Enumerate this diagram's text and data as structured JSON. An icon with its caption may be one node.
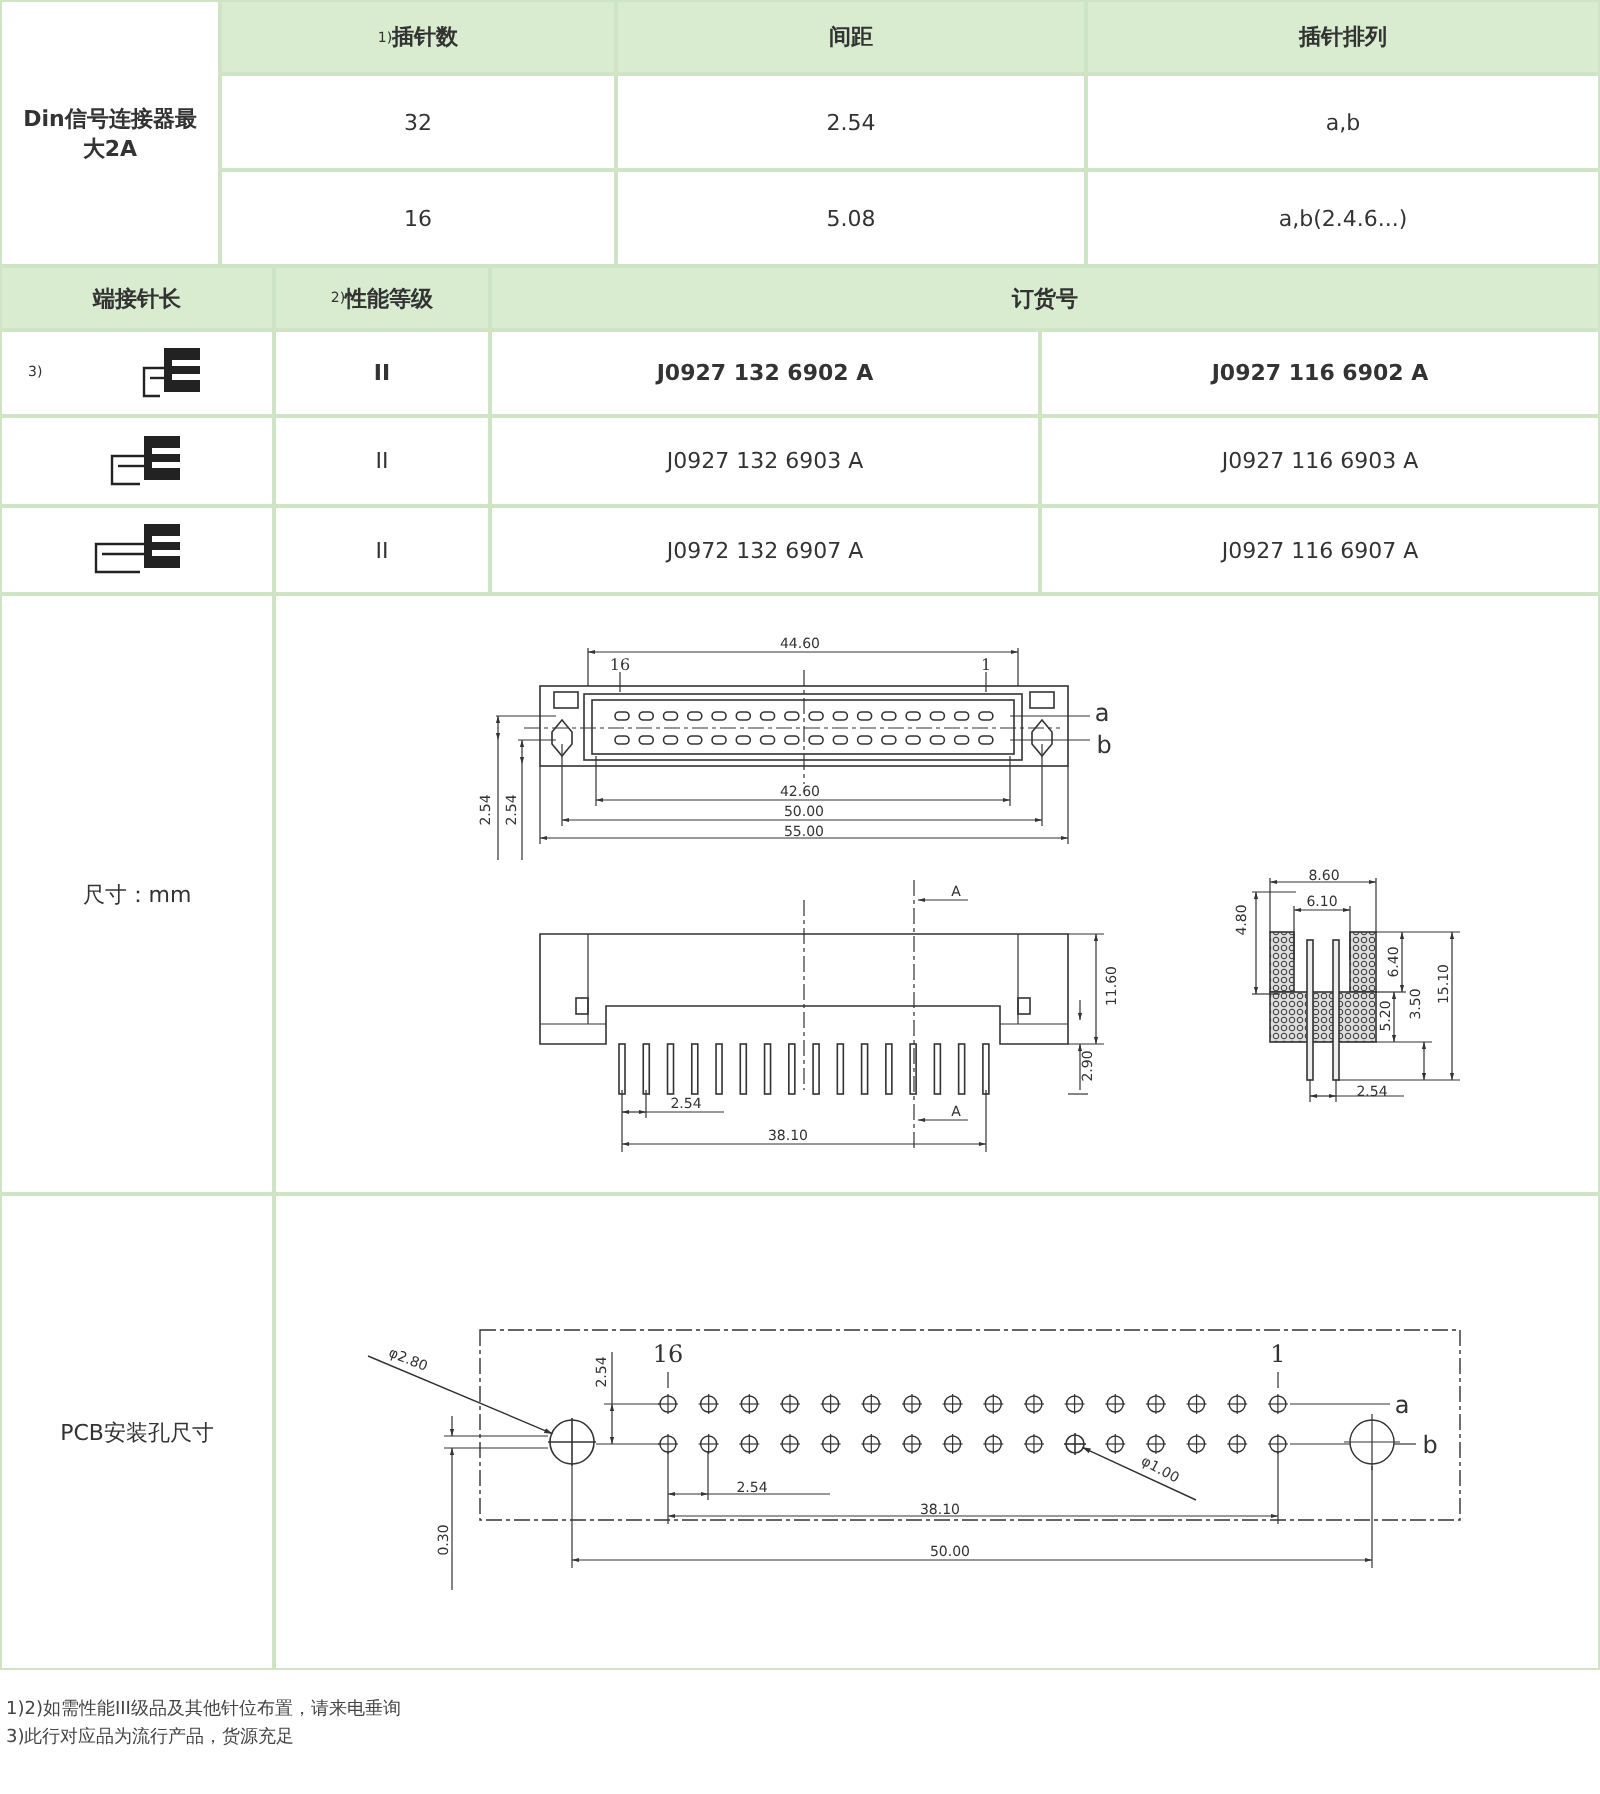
{
  "diagram": {
    "nodes": [
      {
        "text": [
          "φ2.80"
        ]
      },
      {
        "text": [],
        "shape": "circle"
      },
      {
        "text": [
          "φ1.00"
        ]
      },
      {
        "text": [],
        "shape": "circle"
      }
    ],
    "edges": [
      {
        "from": 0,
        "to": 1,
        "arrow": "to"
      },
      {
        "from": 2,
        "to": 3,
        "arrow": "to"
      }
    ],
    "labels": [
      "Din信号连接器最大2A",
      "$^{1)}$插针数",
      "间距",
      "插针排列",
      "32",
      "2.54",
      "a,b",
      "16",
      "5.08",
      "a,b(2.4.6...)",
      "端接针长",
      "$^{2)}$性能等级",
      "订货号",
      "3)",
      "II",
      "J0927 132 6902 A",
      "J0927 116 6902 A",
      "II",
      "J0927 132 6903 A",
      "J0927 116 6903 A",
      "II",
      "J0972 132 6907 A",
      "J0927 116 6907 A",
      "尺寸：mm",
      "44.60",
      "16",
      "1",
      "a",
      "b",
      "2.54",
      "2.54",
      "42.60",
      "50.00",
      "55.00",
      "A",
      "11.60",
      "2.90",
      "2.54",
      "A",
      "38.10",
      "8.60",
      "6.10",
      "4.80",
      "6.40",
      "5.20",
      "3.50",
      "15.10",
      "2.54",
      "PCB安装孔尺寸",
      "16",
      "1",
      "2.54",
      "a",
      "b",
      "2.54",
      "38.10",
      "0.30",
      "50.00",
      "1)2)如需性能III级品及其他针位布置，请来电垂询",
      "3)此行对应品为流行产品，货源充足"
    ]
  }
}
